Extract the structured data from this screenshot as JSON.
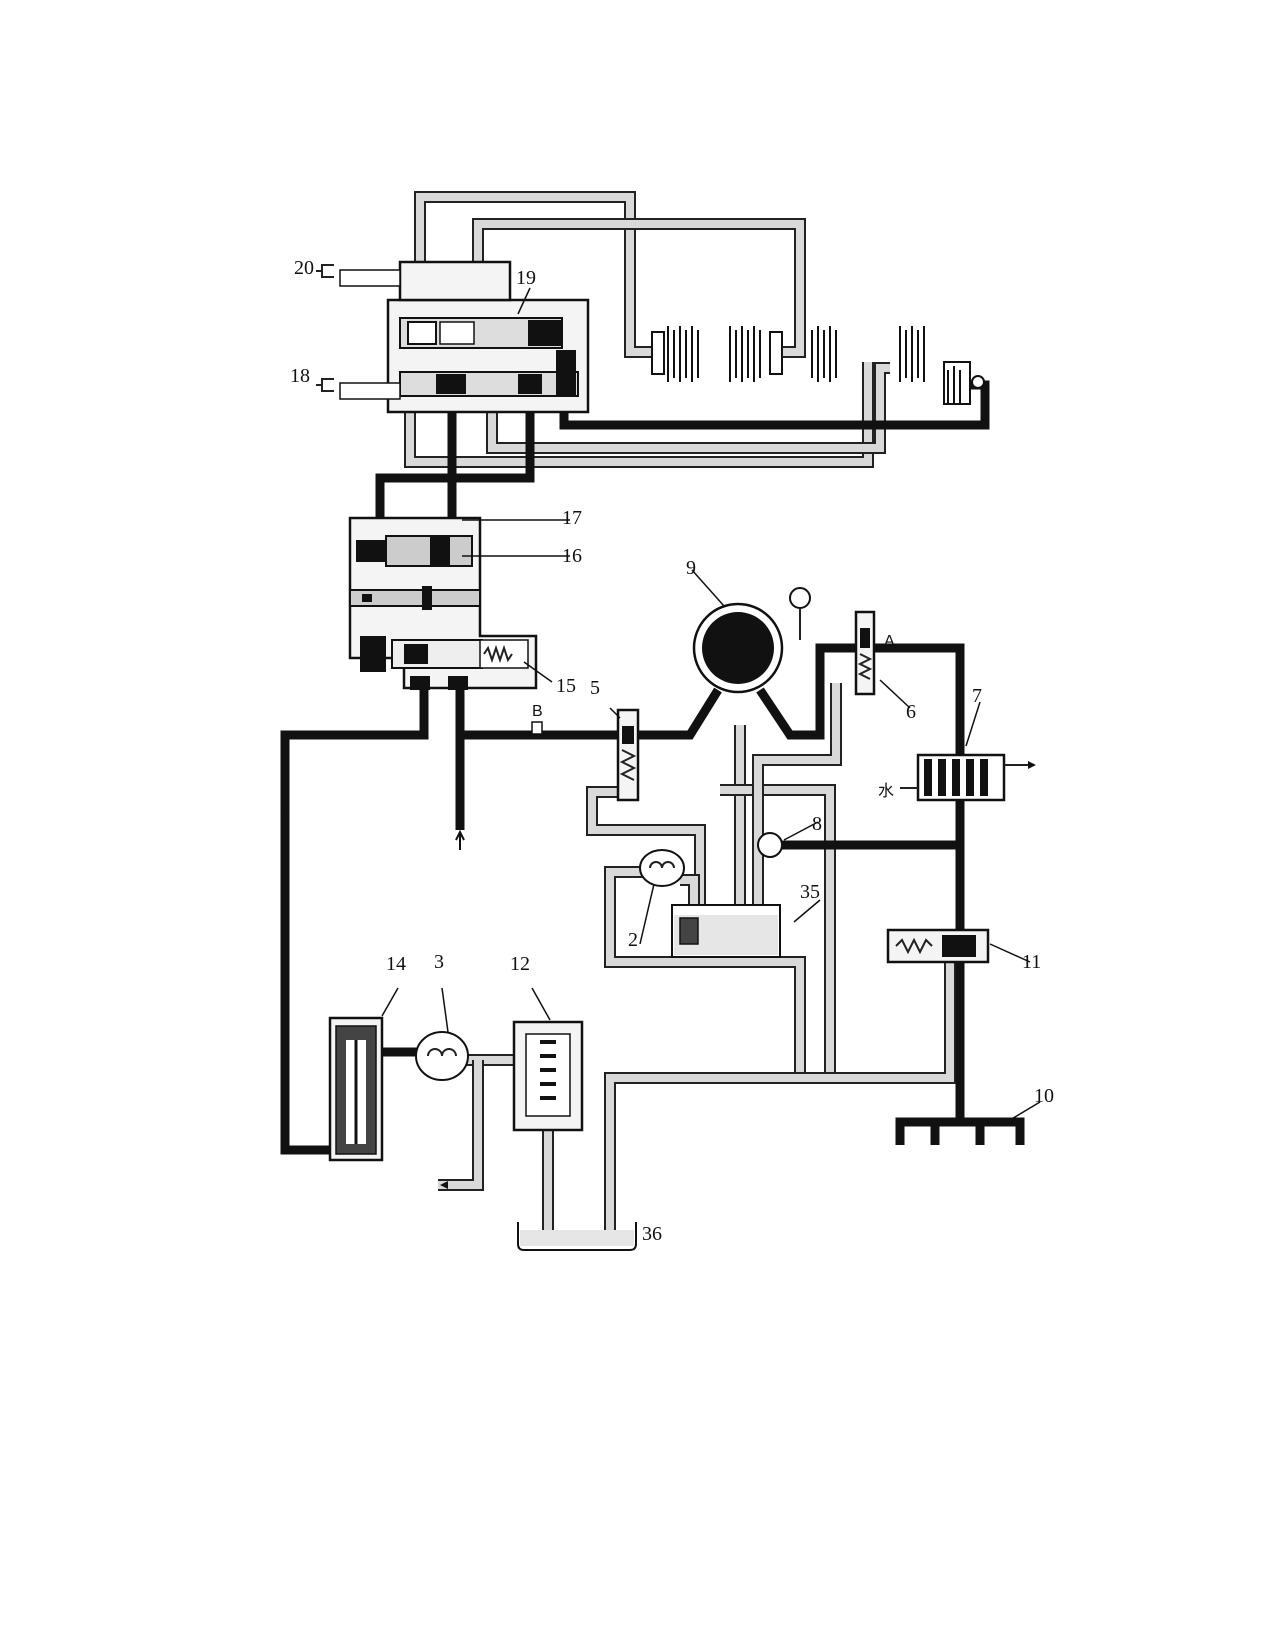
{
  "labels": {
    "l20": "20",
    "l19": "19",
    "l18": "18",
    "l17": "17",
    "l16": "16",
    "l15": "15",
    "l9": "9",
    "l5": "5",
    "l6": "6",
    "l7": "7",
    "l8": "8",
    "l35": "35",
    "l2": "2",
    "l14": "14",
    "l3": "3",
    "l12": "12",
    "l11": "11",
    "l10": "10",
    "l36": "36",
    "A": "A",
    "B": "B",
    "water": "水"
  },
  "colors": {
    "high_pressure": "#111111",
    "low_pressure": "#d9d9d9",
    "outline": "#222222"
  }
}
